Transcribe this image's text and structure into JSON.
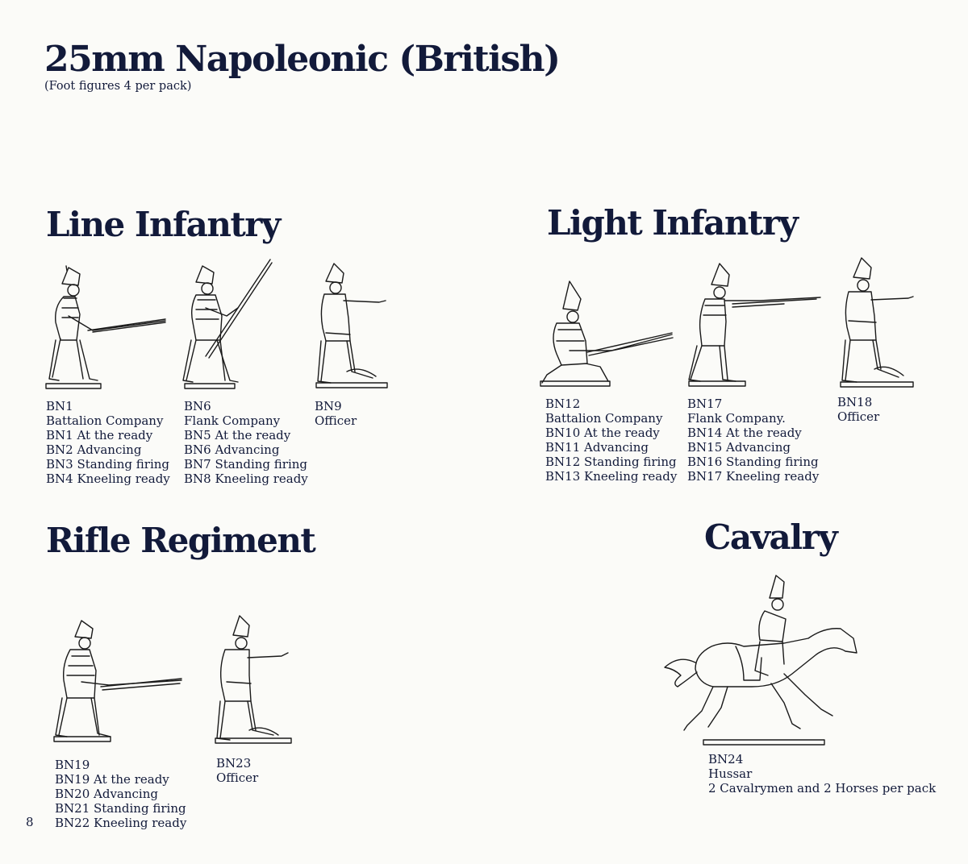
{
  "header": {
    "title": "25mm Napoleonic (British)",
    "subtitle": "(Foot figures 4 per pack)"
  },
  "sections": {
    "line_infantry": {
      "heading": "Line Infantry",
      "entries": [
        {
          "code": "BN1",
          "lines": [
            "Battalion Company",
            "BN1 At the ready",
            "BN2 Advancing",
            "BN3 Standing firing",
            "BN4 Kneeling ready"
          ]
        },
        {
          "code": "BN6",
          "lines": [
            "Flank Company",
            "BN5 At the ready",
            "BN6 Advancing",
            "BN7 Standing firing",
            "BN8 Kneeling ready"
          ]
        },
        {
          "code": "BN9",
          "lines": [
            "Officer"
          ]
        }
      ]
    },
    "light_infantry": {
      "heading": "Light Infantry",
      "entries": [
        {
          "code": "BN12",
          "lines": [
            "Battalion Company",
            "BN10 At the ready",
            "BN11 Advancing",
            "BN12 Standing firing",
            "BN13 Kneeling ready"
          ]
        },
        {
          "code": "BN17",
          "lines": [
            "Flank Company.",
            "BN14 At the ready",
            "BN15 Advancing",
            "BN16 Standing firing",
            "BN17 Kneeling ready"
          ]
        },
        {
          "code": "BN18",
          "lines": [
            "Officer"
          ]
        }
      ]
    },
    "rifle_regiment": {
      "heading": "Rifle Regiment",
      "entries": [
        {
          "code": "BN19",
          "lines": [
            "BN19 At the ready",
            "BN20 Advancing",
            "BN21 Standing firing",
            "BN22 Kneeling ready"
          ]
        },
        {
          "code": "BN23",
          "lines": [
            "Officer"
          ]
        }
      ]
    },
    "cavalry": {
      "heading": "Cavalry",
      "entries": [
        {
          "code": "BN24",
          "lines": [
            "Hussar",
            "2 Cavalrymen and 2 Horses per pack"
          ]
        }
      ]
    }
  },
  "footer": {
    "page_number": "8"
  },
  "illustrations": [
    {
      "name": "figure-bn1",
      "icon": "soldier-at-the-ready-illustration"
    },
    {
      "name": "figure-bn6",
      "icon": "soldier-advancing-illustration"
    },
    {
      "name": "figure-bn9",
      "icon": "officer-pointing-illustration"
    },
    {
      "name": "figure-bn12",
      "icon": "soldier-kneeling-illustration"
    },
    {
      "name": "figure-bn17",
      "icon": "soldier-firing-illustration"
    },
    {
      "name": "figure-bn18",
      "icon": "officer-pointing-illustration"
    },
    {
      "name": "figure-bn19",
      "icon": "rifleman-at-the-ready-illustration"
    },
    {
      "name": "figure-bn23",
      "icon": "rifle-officer-pointing-illustration"
    },
    {
      "name": "figure-bn24",
      "icon": "hussar-on-horse-illustration"
    }
  ]
}
